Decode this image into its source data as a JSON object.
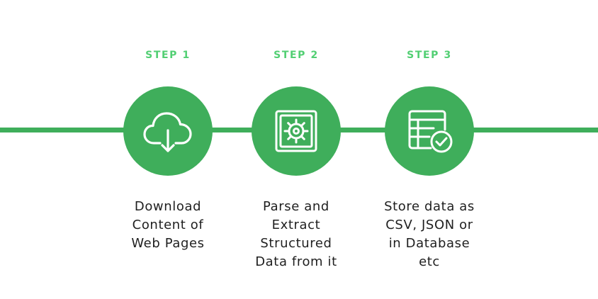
{
  "colors": {
    "accent": "#3fae5b",
    "label": "#52cf73",
    "text": "#1f1f1f",
    "icon": "#ffffff"
  },
  "steps": [
    {
      "label": "STEP 1",
      "icon": "cloud-download-icon",
      "lines": [
        "Download",
        "Content of",
        "Web Pages"
      ]
    },
    {
      "label": "STEP 2",
      "icon": "gear-box-icon",
      "lines": [
        "Parse and",
        "Extract",
        "Structured",
        "Data from it"
      ]
    },
    {
      "label": "STEP 3",
      "icon": "database-check-icon",
      "lines": [
        "Store data as",
        "CSV, JSON or",
        "in Database",
        "etc"
      ]
    }
  ]
}
